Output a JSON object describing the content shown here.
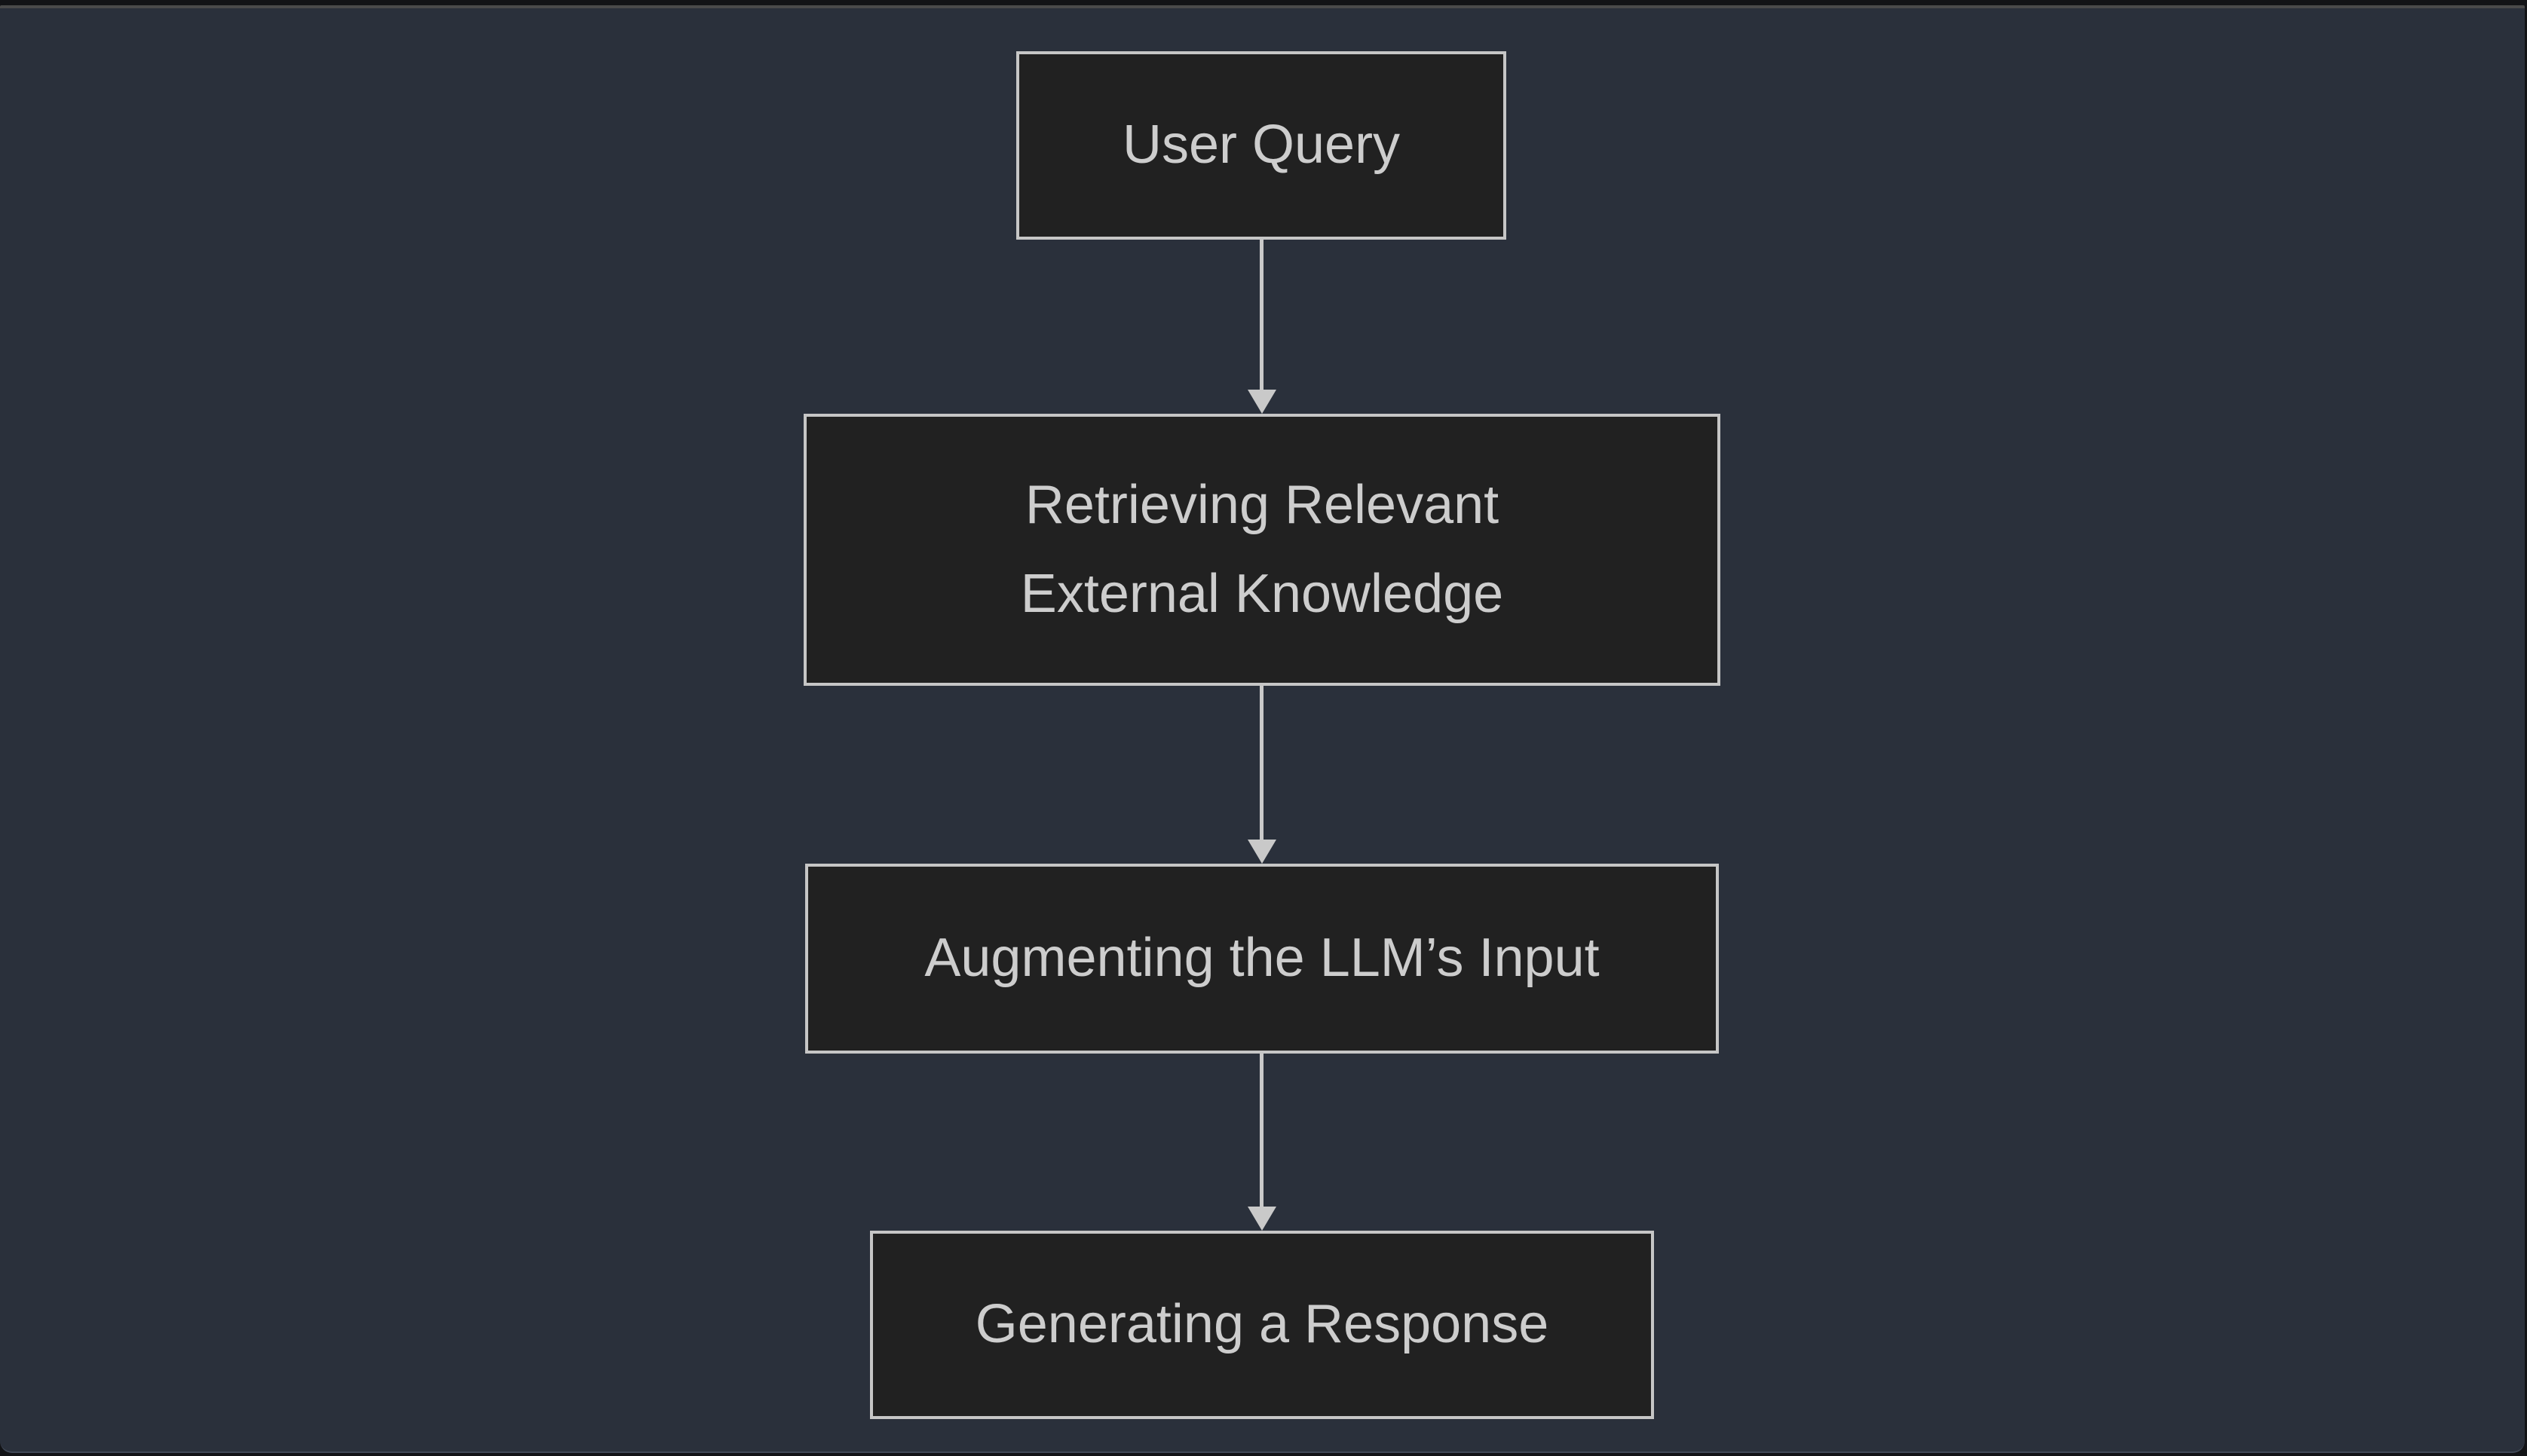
{
  "frame": {
    "outer_background": "#121316",
    "panel_background": "#2a303b",
    "panel_top_border": "#4a4a4a",
    "panel_bottom_border": "#414957"
  },
  "diagram": {
    "type": "flowchart",
    "direction": "top-down",
    "nodes": [
      {
        "id": "user-query",
        "lines": [
          "User Query"
        ]
      },
      {
        "id": "retrieving-relevant-external-knowledge",
        "lines": [
          "Retrieving Relevant",
          "External Knowledge"
        ]
      },
      {
        "id": "augmenting-the-llms-input",
        "lines": [
          "Augmenting the LLM’s Input"
        ]
      },
      {
        "id": "generating-a-response",
        "lines": [
          "Generating a Response"
        ]
      }
    ],
    "edges": [
      {
        "from": "user-query",
        "to": "retrieving-relevant-external-knowledge"
      },
      {
        "from": "retrieving-relevant-external-knowledge",
        "to": "augmenting-the-llms-input"
      },
      {
        "from": "augmenting-the-llms-input",
        "to": "generating-a-response"
      }
    ],
    "colors": {
      "node_fill": "#212121",
      "node_border": "#c6c6c6",
      "node_text": "#cdcdcd",
      "arrow": "#c9c9c9"
    }
  }
}
